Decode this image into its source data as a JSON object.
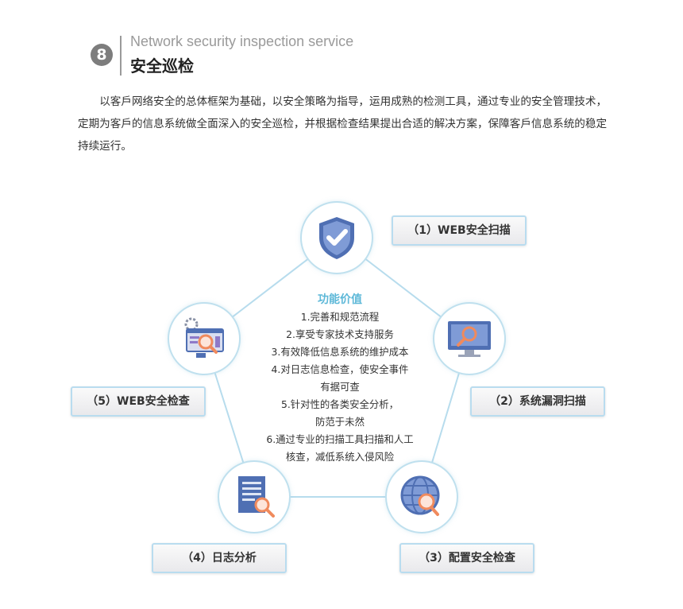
{
  "header": {
    "number": "8",
    "title_en": "Network security inspection service",
    "title_cn": "安全巡检"
  },
  "intro": "以客戶网络安全的总体框架为基础，以安全策略为指导，运用成熟的检测工具，通过专业的安全管理技术，定期为客戶的信息系统做全面深入的安全巡检，并根据检查结果提出合适的解决方案，保障客戶信息系统的稳定持续运行。",
  "diagram": {
    "center_title": "功能价值",
    "center_items": [
      "1.完善和规范流程",
      "2.享受专家技术支持服务",
      "3.有效降低信息系统的维护成本",
      "4.对日志信息检查，使安全事件",
      "有据可查",
      "5.针对性的各类安全分析，",
      "防范于未然",
      "6.通过专业的扫描工具扫描和人工",
      "核查，减低系统入侵风险"
    ],
    "nodes": [
      {
        "label": "（1）WEB安全扫描",
        "icon": "shield-check-icon"
      },
      {
        "label": "（2）系统漏洞扫描",
        "icon": "monitor-search-icon"
      },
      {
        "label": "（3）配置安全检查",
        "icon": "globe-search-icon"
      },
      {
        "label": "（4）日志分析",
        "icon": "document-search-icon"
      },
      {
        "label": "（5）WEB安全检查",
        "icon": "web-inspection-icon"
      }
    ]
  },
  "colors": {
    "accent": "#5db8d8",
    "connector": "#b7dced",
    "icon_blue": "#4f6fb3",
    "icon_orange": "#f08a5d"
  }
}
